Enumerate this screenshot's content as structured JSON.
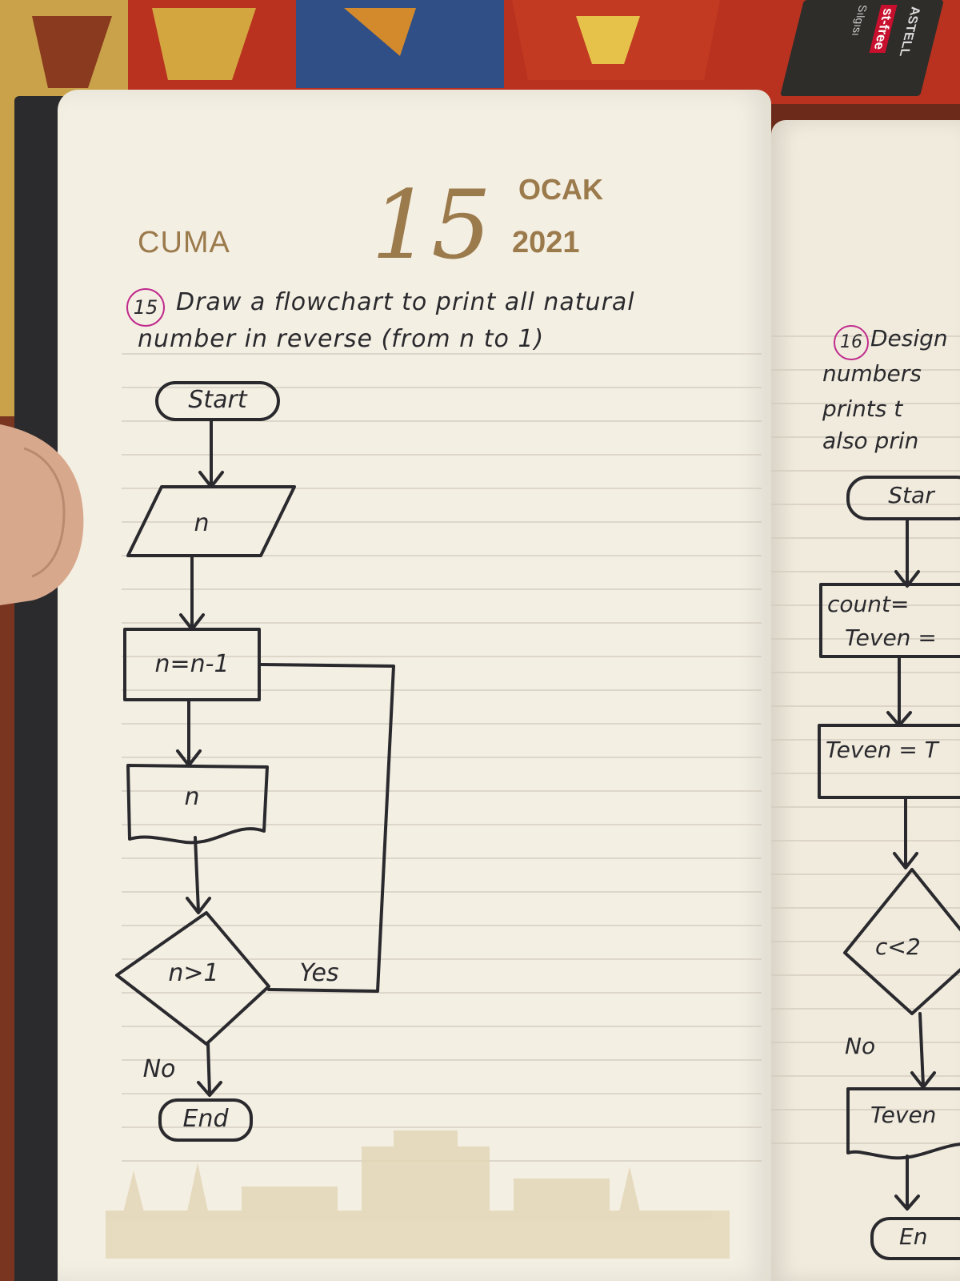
{
  "diary": {
    "day_name": "CUMA",
    "day_number": "15",
    "month": "OCAK",
    "year": "2021"
  },
  "question_15": {
    "number": "15",
    "line1": "Draw a flowchart to print all natural",
    "line2": "number in reverse (from n to 1)"
  },
  "flowchart_15": {
    "start": "Start",
    "input": "n",
    "process": "n=n-1",
    "output": "n",
    "decision": "n>1",
    "yes_label": "Yes",
    "no_label": "No",
    "end": "End"
  },
  "question_16": {
    "number": "16",
    "line1": "Design",
    "line2": "numbers",
    "line3": "prints t",
    "line4": "also prin",
    "start": "Star",
    "process_line1": "count=",
    "process_line2": "Teven =",
    "process2": "Teven = T",
    "decision": "c<2",
    "no_label": "No",
    "output": "Teven",
    "end": "En"
  },
  "pencil_box": {
    "brand": "ASTELL",
    "tag": "st-free",
    "note": "Sılgısı"
  },
  "colors": {
    "ink": "#2a2a2e",
    "print_gold": "#9b7a4c",
    "circle_magenta": "#c02a8c",
    "paper": "#f4efe3"
  }
}
